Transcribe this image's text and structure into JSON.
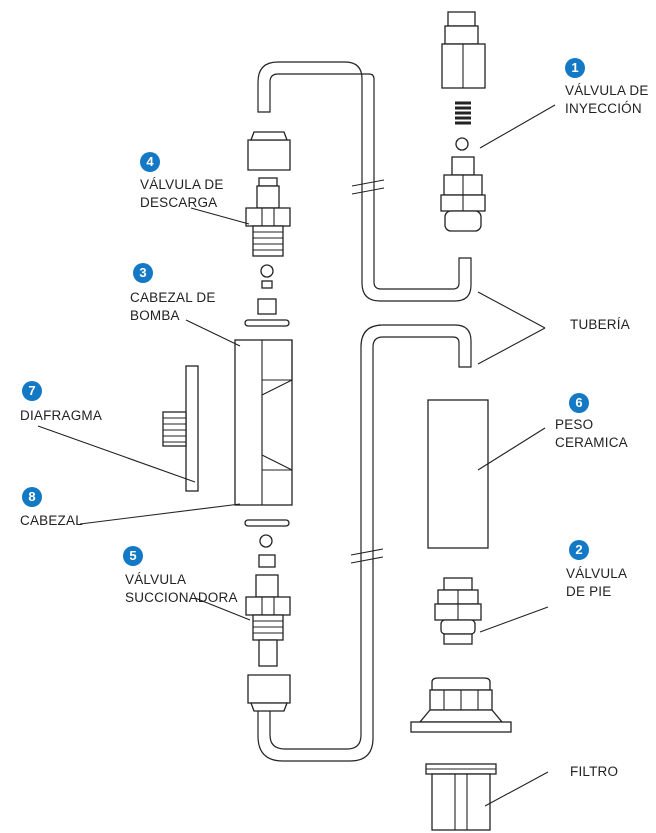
{
  "parts": [
    {
      "number": "1",
      "label_lines": [
        "VÁLVULA DE",
        "INYECCIÓN"
      ]
    },
    {
      "number": "2",
      "label_lines": [
        "VÁLVULA",
        "DE PIE"
      ]
    },
    {
      "number": "3",
      "label_lines": [
        "CABEZAL DE",
        "BOMBA"
      ]
    },
    {
      "number": "4",
      "label_lines": [
        "VÁLVULA DE",
        "DESCARGA"
      ]
    },
    {
      "number": "5",
      "label_lines": [
        "VÁLVULA",
        "SUCCIONADORA"
      ]
    },
    {
      "number": "6",
      "label_lines": [
        "PESO",
        "CERAMICA"
      ]
    },
    {
      "number": "7",
      "label_lines": [
        "DIAFRAGMA"
      ]
    },
    {
      "number": "8",
      "label_lines": [
        "CABEZAL"
      ]
    }
  ],
  "unnumbered_labels": {
    "tuberia": "TUBERÍA",
    "filtro": "FILTRO"
  },
  "colors": {
    "badge": "#1479c4",
    "line": "#222222"
  }
}
